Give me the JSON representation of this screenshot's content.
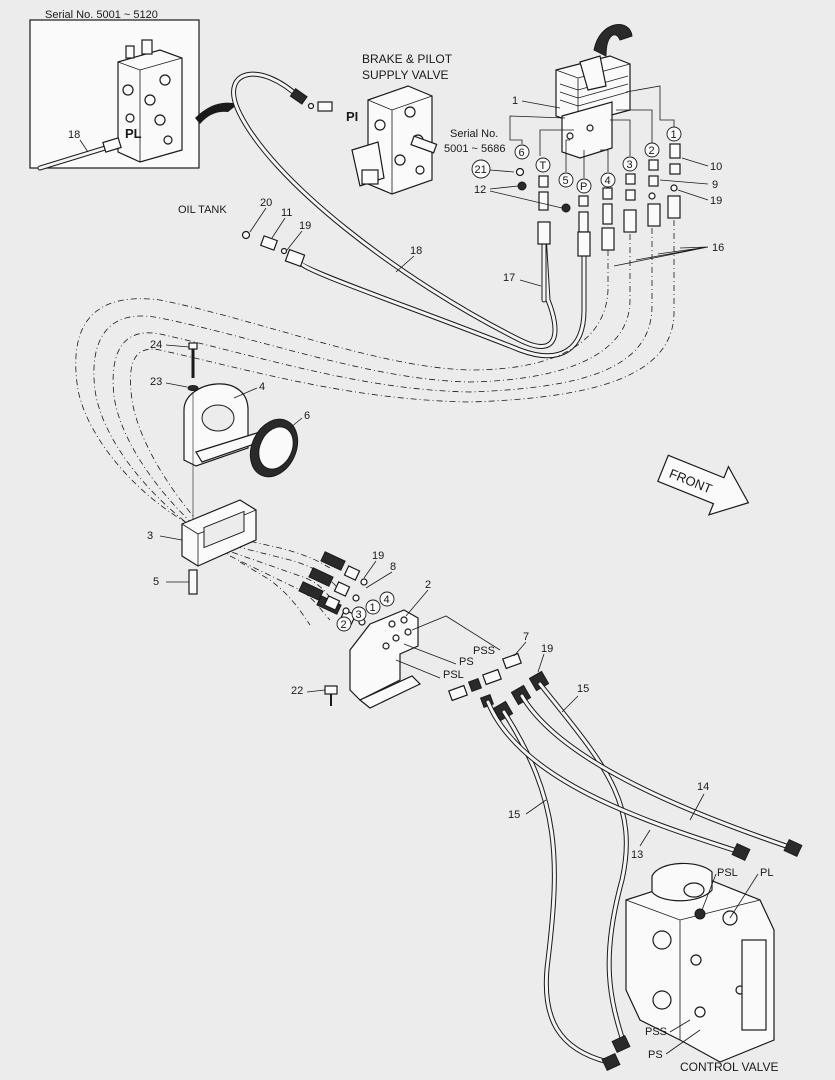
{
  "labels": {
    "serial_inset": "Serial No. 5001 ~ 5120",
    "brake_pilot_line1": "BRAKE & PILOT",
    "brake_pilot_line2": "SUPPLY VALVE",
    "serial_main_line1": "Serial No.",
    "serial_main_line2": "5001 ~ 5686",
    "oil_tank": "OIL TANK",
    "front": "FRONT",
    "control_valve": "CONTROL VALVE",
    "port_pi": "PI",
    "port_pl_inset": "PL",
    "port_pss_top": "PSS",
    "port_ps_top": "PS",
    "port_psl_top": "PSL",
    "port_psl_bottom": "PSL",
    "port_pl_bottom": "PL",
    "port_pss_bottom": "PSS",
    "port_ps_bottom": "PS"
  },
  "callouts": {
    "n1": "1",
    "n2": "2",
    "n3": "3",
    "n4": "4",
    "n5": "5",
    "n6": "6",
    "n7": "7",
    "n8": "8",
    "n9": "9",
    "n10": "10",
    "n11": "11",
    "n12": "12",
    "n13": "13",
    "n14": "14",
    "n15a": "15",
    "n15b": "15",
    "n16": "16",
    "n17": "17",
    "n18a": "18",
    "n18b": "18",
    "n19a": "19",
    "n19b": "19",
    "n19c": "19",
    "n19d": "19",
    "n20": "20",
    "n22": "22",
    "n23": "23",
    "n24": "24"
  },
  "circled_ports": {
    "c6": "6",
    "cT": "T",
    "c5": "5",
    "cP": "P",
    "c4": "4",
    "c3": "3",
    "c2": "2",
    "c1": "1",
    "c21": "21",
    "m1": "1",
    "m2": "2",
    "m3": "3",
    "m4": "4"
  }
}
